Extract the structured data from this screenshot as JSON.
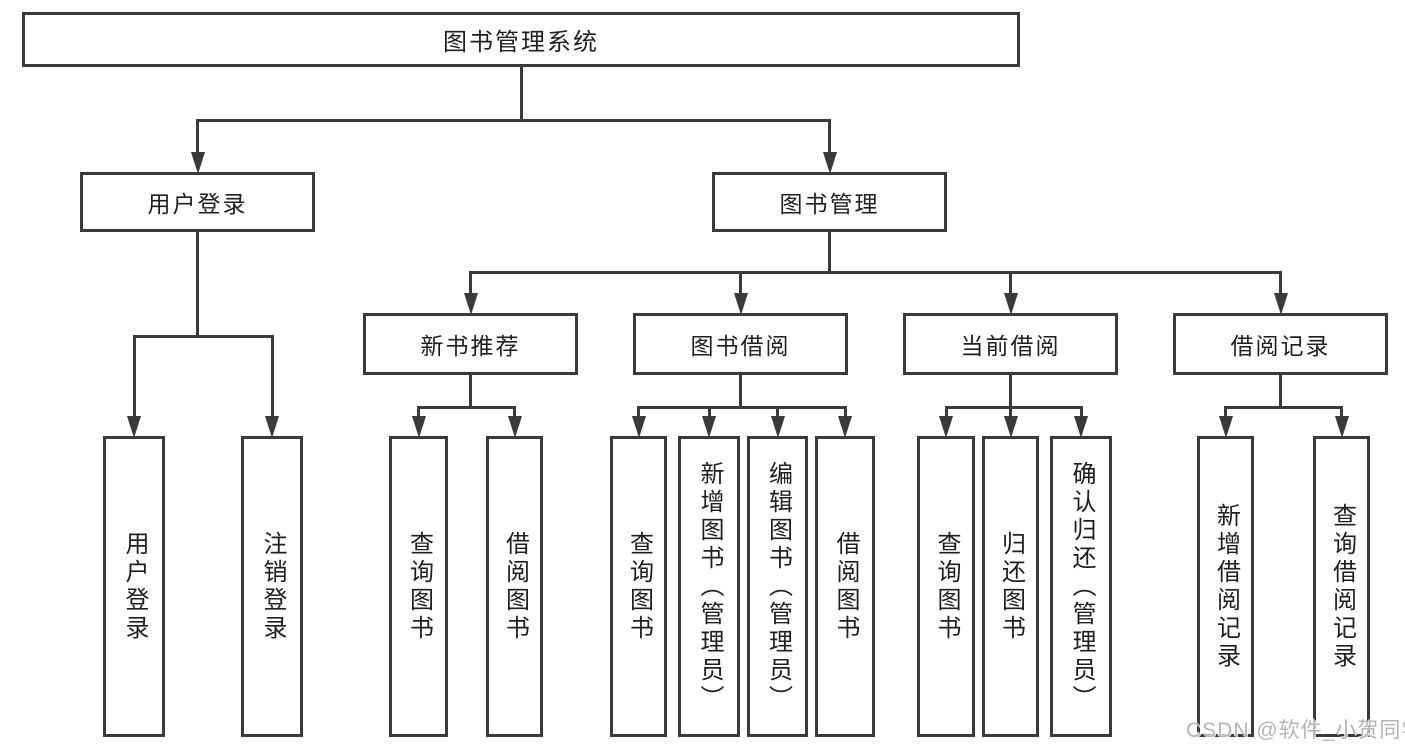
{
  "diagram": {
    "title": "图书管理系统",
    "watermark": "CSDN @软件_小贺同学",
    "colors": {
      "line": "#3a3a3a",
      "box_border": "#3a3a3a",
      "box_fill": "#ffffff",
      "text": "#1f1f1f",
      "watermark": "#b4b4b4"
    },
    "nodes": [
      {
        "id": "root",
        "label": "图书管理系统",
        "orientation": "horizontal"
      },
      {
        "id": "user-login",
        "label": "用户登录",
        "orientation": "horizontal"
      },
      {
        "id": "book-management",
        "label": "图书管理",
        "orientation": "horizontal"
      },
      {
        "id": "new-book-recommend",
        "label": "新书推荐",
        "orientation": "horizontal"
      },
      {
        "id": "book-borrowing",
        "label": "图书借阅",
        "orientation": "horizontal"
      },
      {
        "id": "current-borrowing",
        "label": "当前借阅",
        "orientation": "horizontal"
      },
      {
        "id": "borrowing-records",
        "label": "借阅记录",
        "orientation": "horizontal"
      },
      {
        "id": "leaf-user-login",
        "label": "用户登录",
        "orientation": "vertical"
      },
      {
        "id": "leaf-logout",
        "label": "注销登录",
        "orientation": "vertical"
      },
      {
        "id": "leaf-query-books-1",
        "label": "查询图书",
        "orientation": "vertical"
      },
      {
        "id": "leaf-borrow-books-1",
        "label": "借阅图书",
        "orientation": "vertical"
      },
      {
        "id": "leaf-query-books-2",
        "label": "查询图书",
        "orientation": "vertical"
      },
      {
        "id": "leaf-add-books",
        "label": "新增图书（管理员）",
        "orientation": "vertical"
      },
      {
        "id": "leaf-edit-books",
        "label": "编辑图书（管理员）",
        "orientation": "vertical"
      },
      {
        "id": "leaf-borrow-books-2",
        "label": "借阅图书",
        "orientation": "vertical"
      },
      {
        "id": "leaf-query-books-3",
        "label": "查询图书",
        "orientation": "vertical"
      },
      {
        "id": "leaf-return-books",
        "label": "归还图书",
        "orientation": "vertical"
      },
      {
        "id": "leaf-confirm-return",
        "label": "确认归还（管理员）",
        "orientation": "vertical"
      },
      {
        "id": "leaf-add-borrow-record",
        "label": "新增借阅记录",
        "orientation": "vertical"
      },
      {
        "id": "leaf-query-borrow-record",
        "label": "查询借阅记录",
        "orientation": "vertical"
      }
    ],
    "edges": [
      {
        "from": "root",
        "to": "user-login"
      },
      {
        "from": "root",
        "to": "book-management"
      },
      {
        "from": "user-login",
        "to": "leaf-user-login"
      },
      {
        "from": "user-login",
        "to": "leaf-logout"
      },
      {
        "from": "book-management",
        "to": "new-book-recommend"
      },
      {
        "from": "book-management",
        "to": "book-borrowing"
      },
      {
        "from": "book-management",
        "to": "current-borrowing"
      },
      {
        "from": "book-management",
        "to": "borrowing-records"
      },
      {
        "from": "new-book-recommend",
        "to": "leaf-query-books-1"
      },
      {
        "from": "new-book-recommend",
        "to": "leaf-borrow-books-1"
      },
      {
        "from": "book-borrowing",
        "to": "leaf-query-books-2"
      },
      {
        "from": "book-borrowing",
        "to": "leaf-add-books"
      },
      {
        "from": "book-borrowing",
        "to": "leaf-edit-books"
      },
      {
        "from": "book-borrowing",
        "to": "leaf-borrow-books-2"
      },
      {
        "from": "current-borrowing",
        "to": "leaf-query-books-3"
      },
      {
        "from": "current-borrowing",
        "to": "leaf-return-books"
      },
      {
        "from": "current-borrowing",
        "to": "leaf-confirm-return"
      },
      {
        "from": "borrowing-records",
        "to": "leaf-add-borrow-record"
      },
      {
        "from": "borrowing-records",
        "to": "leaf-query-borrow-record"
      }
    ]
  }
}
